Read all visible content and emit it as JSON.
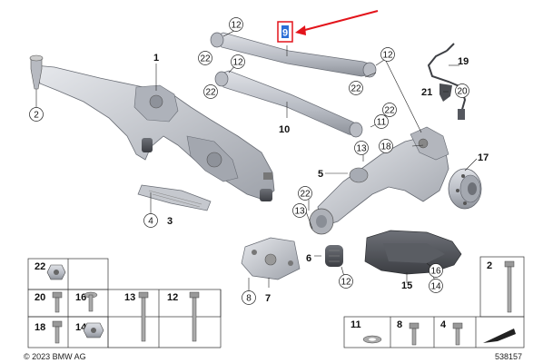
{
  "callouts": {
    "c1": "1",
    "c2": "2",
    "c3": "3",
    "c4": "4",
    "c5": "5",
    "c6": "6",
    "c7": "7",
    "c8": "8",
    "c9": "9",
    "c10": "10",
    "c11": "11",
    "c12": "12",
    "c13": "13",
    "c14": "14",
    "c15": "15",
    "c16": "16",
    "c17": "17",
    "c18": "18",
    "c19": "19",
    "c20": "20",
    "c21": "21",
    "c22": "22"
  },
  "parts_table": {
    "row1": [
      "22"
    ],
    "row2": [
      "20",
      "16",
      "13",
      "12"
    ],
    "row3": [
      "18",
      "14"
    ],
    "right_group": [
      "11",
      "8",
      "4"
    ],
    "tall_part": "2"
  },
  "footer": {
    "copyright": "© 2023 BMW AG",
    "diagram_id": "538157"
  },
  "colors": {
    "part_fill": "#c9ccd3",
    "part_shade": "#9a9ea8",
    "part_dark": "#55585f",
    "highlight": "#e3141b",
    "selection": "#2c6fd6"
  }
}
